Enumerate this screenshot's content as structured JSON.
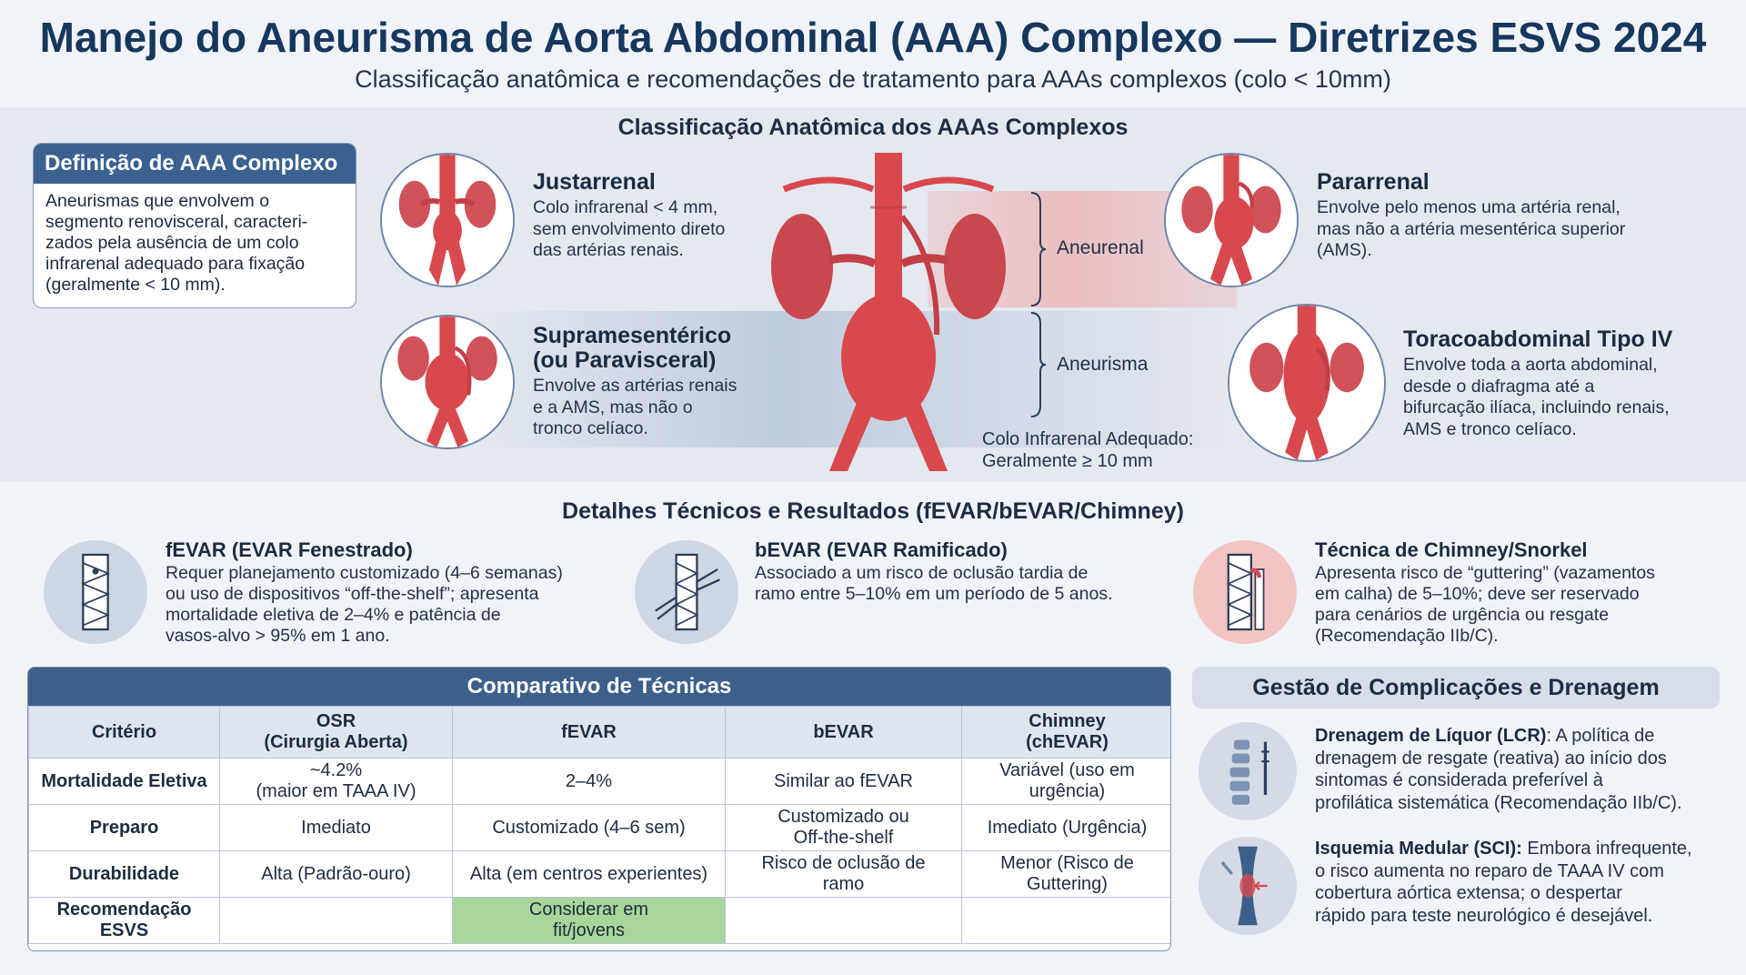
{
  "header": {
    "title": "Manejo do Aneurisma de Aorta Abdominal (AAA) Complexo — Diretrizes ESVS 2024",
    "subtitle": "Classificação anatômica e recomendações de tratamento para AAAs complexos (colo < 10mm)"
  },
  "classification": {
    "section_title": "Classificação Anatômica dos AAAs Complexos",
    "definition": {
      "title": "Definição de AAA Complexo",
      "lines": [
        "Aneurismas que envolvem o",
        "segmento renovisceral, caracteri-",
        "zados pela ausência de um colo",
        "infrarenal adequado para fixação",
        "(geralmente < 10 mm)."
      ]
    },
    "types": [
      {
        "title": "Justarrenal",
        "lines": [
          "Colo infrarenal < 4 mm,",
          "sem envolvimento direto",
          "das artérias renais."
        ]
      },
      {
        "title_lines": [
          "Supramesentérico",
          "(ou Paravisceral)"
        ],
        "lines": [
          "Envolve as artérias renais",
          "e a AMS, mas não o",
          "tronco celíaco."
        ]
      },
      {
        "title": "Pararrenal",
        "lines": [
          "Envolve pelo menos uma artéria renal,",
          "mas não a artéria mesentérica superior",
          "(AMS)."
        ]
      },
      {
        "title": "Toracoabdominal Tipo IV",
        "lines": [
          "Envolve toda a aorta abdominal,",
          "desde o diafragma até a",
          "bifurcação ilíaca, incluindo renais,",
          "AMS e tronco celíaco."
        ]
      }
    ],
    "labels": {
      "aneurenal": "Aneurenal",
      "aneurisma": "Aneurisma",
      "neck_lines": [
        "Colo Infrarenal Adequado:",
        "Geralmente ≥ 10 mm"
      ]
    }
  },
  "techniques": {
    "section_title": "Detalhes Técnicos e Resultados (fEVAR/bEVAR/Chimney)",
    "items": [
      {
        "title": "fEVAR (EVAR Fenestrado)",
        "lines": [
          "Requer planejamento customizado (4–6 semanas)",
          "ou uso de dispositivos “off-the-shelf”; apresenta",
          "mortalidade eletiva de 2–4% e patência de",
          "vasos-alvo > 95% em 1 ano."
        ]
      },
      {
        "title": "bEVAR (EVAR Ramificado)",
        "lines": [
          "Associado a um risco de oclusão tardia de",
          "ramo entre 5–10% em um período de 5 anos."
        ]
      },
      {
        "title": "Técnica de Chimney/Snorkel",
        "lines": [
          "Apresenta risco de “guttering” (vazamentos",
          "em calha) de 5–10%; deve ser reservado",
          "para cenários de urgência ou resgate",
          "(Recomendação IIb/C)."
        ]
      }
    ]
  },
  "comparison": {
    "title": "Comparativo de Técnicas",
    "columns": [
      {
        "lines": [
          "Critério"
        ]
      },
      {
        "lines": [
          "OSR",
          "(Cirurgia Aberta)"
        ]
      },
      {
        "lines": [
          "fEVAR"
        ]
      },
      {
        "lines": [
          "bEVAR"
        ]
      },
      {
        "lines": [
          "Chimney",
          "(chEVAR)"
        ]
      }
    ],
    "rows": [
      {
        "cells": [
          [
            "Mortalidade Eletiva"
          ],
          [
            "~4.2%",
            "(maior em TAAA IV)"
          ],
          [
            "2–4%"
          ],
          [
            "Similar ao fEVAR"
          ],
          [
            "Variável (uso em",
            "urgência)"
          ]
        ]
      },
      {
        "cells": [
          [
            "Preparo"
          ],
          [
            "Imediato"
          ],
          [
            "Customizado (4–6 sem)"
          ],
          [
            "Customizado ou",
            "Off-the-shelf"
          ],
          [
            "Imediato (Urgência)"
          ]
        ]
      },
      {
        "cells": [
          [
            "Durabilidade"
          ],
          [
            "Alta (Padrão-ouro)"
          ],
          [
            "Alta (em centros experientes)"
          ],
          [
            "Risco de oclusão de",
            "ramo"
          ],
          [
            "Menor (Risco de",
            "Guttering)"
          ]
        ]
      },
      {
        "cells": [
          [
            "Recomendação",
            "ESVS"
          ],
          [],
          [
            "Considerar em",
            "fit/jovens"
          ],
          [],
          []
        ]
      }
    ]
  },
  "complications": {
    "title": "Gestão de Complicações e Drenagem",
    "items": [
      {
        "bold": "Drenagem de Líquor (LCR)",
        "rest": ": A política de",
        "lines": [
          "drenagem de resgate (reativa) ao início dos",
          "sintomas é considerada preferível à",
          "profilática sistemática (Recomendação IIb/C)."
        ]
      },
      {
        "bold": "Isquemia Medular (SCI):",
        "rest": " Embora infrequente,",
        "lines": [
          "o risco aumenta no reparo de TAAA IV com",
          "cobertura aórtica extensa; o despertar",
          "rápido para teste neurológico é desejável."
        ]
      }
    ]
  },
  "colors": {
    "primary": "#3b6190",
    "accent_red": "#d9484d",
    "recommend_green": "#a8d59a",
    "band": "#e4e8ef"
  }
}
